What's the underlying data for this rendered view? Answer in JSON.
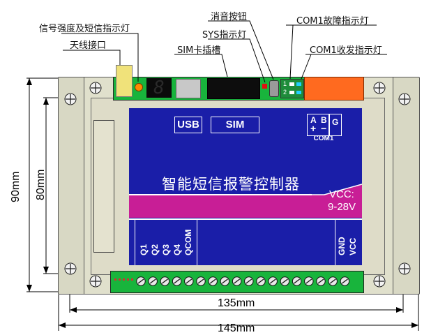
{
  "callouts": {
    "signal_led": "信号强度及短信指示灯",
    "antenna": "天线接口",
    "mute_button": "消音按钮",
    "sys_led": "SYS指示灯",
    "sim_slot": "SIM卡插槽",
    "com1_fault": "COM1故障指示灯",
    "com1_txrx": "COM1收发指示灯"
  },
  "panel": {
    "usb": "USB",
    "sim": "SIM",
    "com_a": "A",
    "com_b": "B",
    "com_g": "G",
    "com_plus": "+",
    "com_minus": "−",
    "com_label": "COM1",
    "title": "智能短信报警控制器",
    "vcc_label": "VCC:",
    "vcc_range": "9-28V",
    "q1": "Q1",
    "q2": "Q2",
    "q3": "Q3",
    "q4": "Q4",
    "qcom": "QCOM",
    "gnd": "GND",
    "vcc_term": "VCC"
  },
  "led_display": {
    "digit": "8"
  },
  "com_leds": {
    "led1": "1",
    "led2": "2"
  },
  "dimensions": {
    "height_outer": "90mm",
    "height_inner": "80mm",
    "width_inner": "135mm",
    "width_outer": "145mm"
  },
  "colors": {
    "panel_blue": "#1a1ea8",
    "magenta_band": "#c81e96",
    "orange_block": "#ff6a1f",
    "rail_beige": "#d8d8c4",
    "pcb_green": "#18b43c"
  }
}
